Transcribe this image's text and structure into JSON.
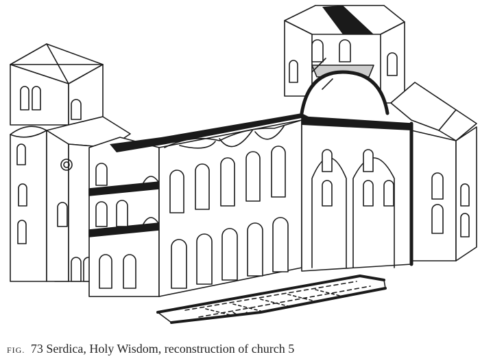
{
  "figure": {
    "label": "FIG.",
    "number": "73",
    "caption": "Serdica, Holy Wisdom, reconstruction of church 5",
    "colors": {
      "ink": "#1a1a1a",
      "paper": "#ffffff"
    }
  }
}
